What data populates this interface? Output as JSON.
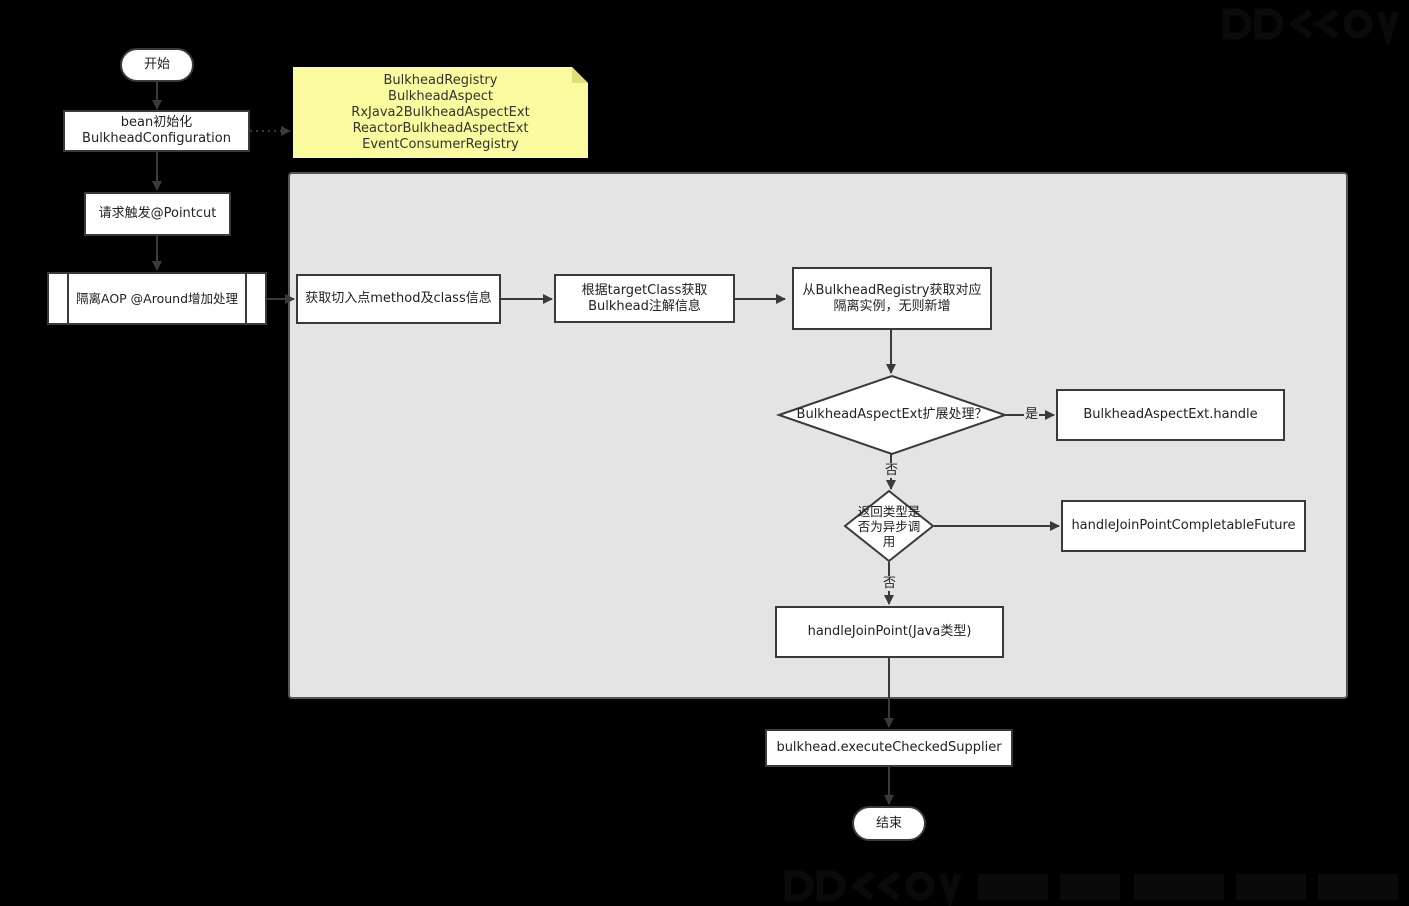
{
  "nodes": {
    "start": "开始",
    "bean_init": "bean初始化\nBulkheadConfiguration",
    "trigger": "请求触发@Pointcut",
    "aop": "隔离AOP @Around增加处理",
    "get_method": "获取切入点method及class信息",
    "get_annotation": "根据targetClass获取\nBulkhead注解信息",
    "get_instance": "从BulkheadRegistry获取对应\n隔离实例，无则新增",
    "ext_decision": "BulkheadAspectExt扩展处理？",
    "ext_handle": "BulkheadAspectExt.handle",
    "async_decision": "返回类型是\n否为异步调\n用",
    "completable": "handleJoinPointCompletableFuture",
    "join_point": "handleJoinPoint(Java类型)",
    "execute": "bulkhead.executeCheckedSupplier",
    "end": "结束"
  },
  "note": {
    "lines": [
      "BulkheadRegistry",
      "BulkheadAspect",
      "RxJava2BulkheadAspectExt",
      "ReactorBulkheadAspectExt",
      "EventConsumerRegistry"
    ]
  },
  "edge_labels": {
    "yes": "是",
    "no_1": "否",
    "no_2": "否"
  },
  "colors": {
    "background": "#000000",
    "panel": "#e4e4e4",
    "note": "#fafa9e",
    "line": "#3a3a3a"
  }
}
